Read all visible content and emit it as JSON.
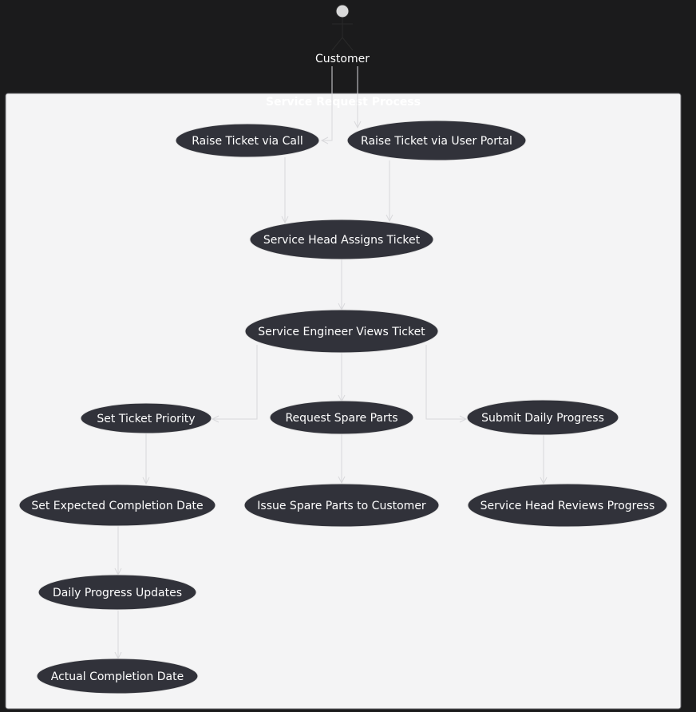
{
  "colors": {
    "background": "#1b1b1c",
    "boundary_fill": "#f4f4f5",
    "boundary_stroke": "#6b6b70",
    "usecase_fill": "#31323a",
    "usecase_stroke": "#e6e6e6",
    "usecase_text": "#ffffff",
    "edge": "#d9d9dc",
    "actor_head": "#d9d9d9"
  },
  "actor": {
    "label": "Customer"
  },
  "boundary": {
    "title": "Service Request Process"
  },
  "use_cases": {
    "raise_call": "Raise Ticket via Call",
    "raise_portal": "Raise Ticket via User Portal",
    "assign": "Service Head Assigns Ticket",
    "views": "Service Engineer Views Ticket",
    "priority": "Set Ticket Priority",
    "spare_request": "Request Spare Parts",
    "daily_submit": "Submit Daily Progress",
    "expected_date": "Set Expected Completion Date",
    "issue_spare": "Issue Spare Parts to Customer",
    "head_reviews": "Service Head Reviews Progress",
    "daily_updates": "Daily Progress Updates",
    "actual_date": "Actual Completion Date"
  }
}
